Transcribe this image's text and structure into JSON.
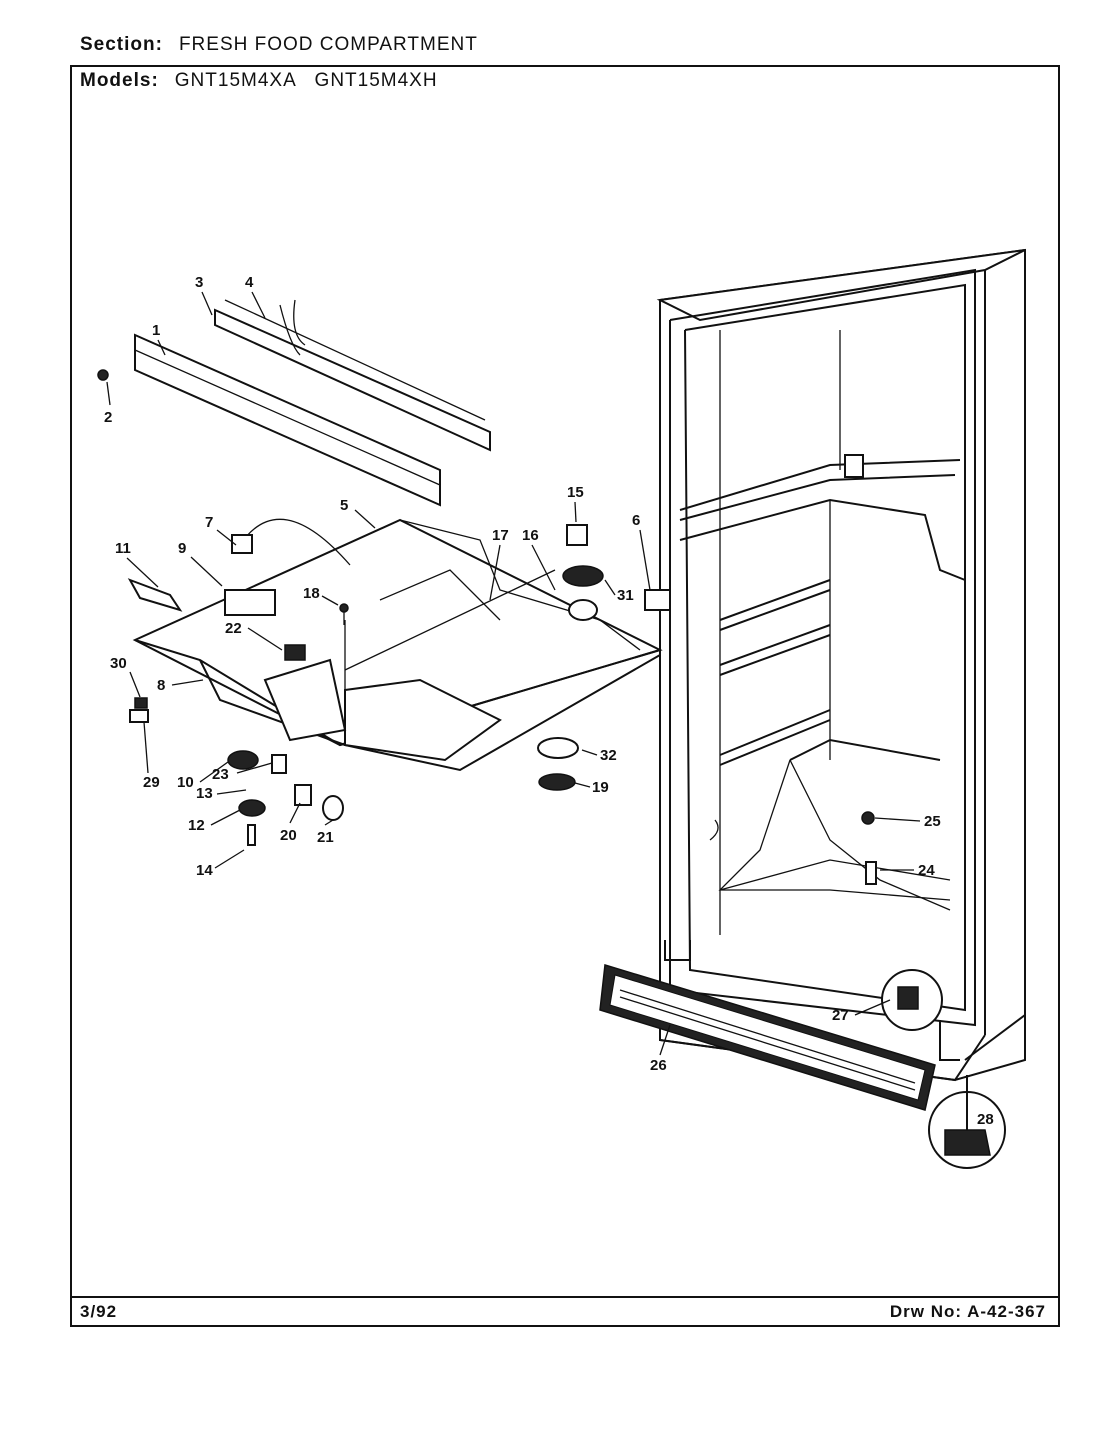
{
  "header": {
    "section_label": "Section:",
    "section_value": "FRESH FOOD COMPARTMENT",
    "models_label": "Models:",
    "models_value": "GNT15M4XA   GNT15M4XH"
  },
  "footer": {
    "date": "3/92",
    "drawing_number": "Drw No: A-42-367"
  },
  "callouts": [
    "1",
    "2",
    "3",
    "4",
    "5",
    "6",
    "7",
    "8",
    "9",
    "10",
    "11",
    "12",
    "13",
    "14",
    "15",
    "16",
    "17",
    "18",
    "19",
    "20",
    "21",
    "22",
    "23",
    "24",
    "25",
    "26",
    "27",
    "28",
    "29",
    "30",
    "31",
    "32"
  ]
}
